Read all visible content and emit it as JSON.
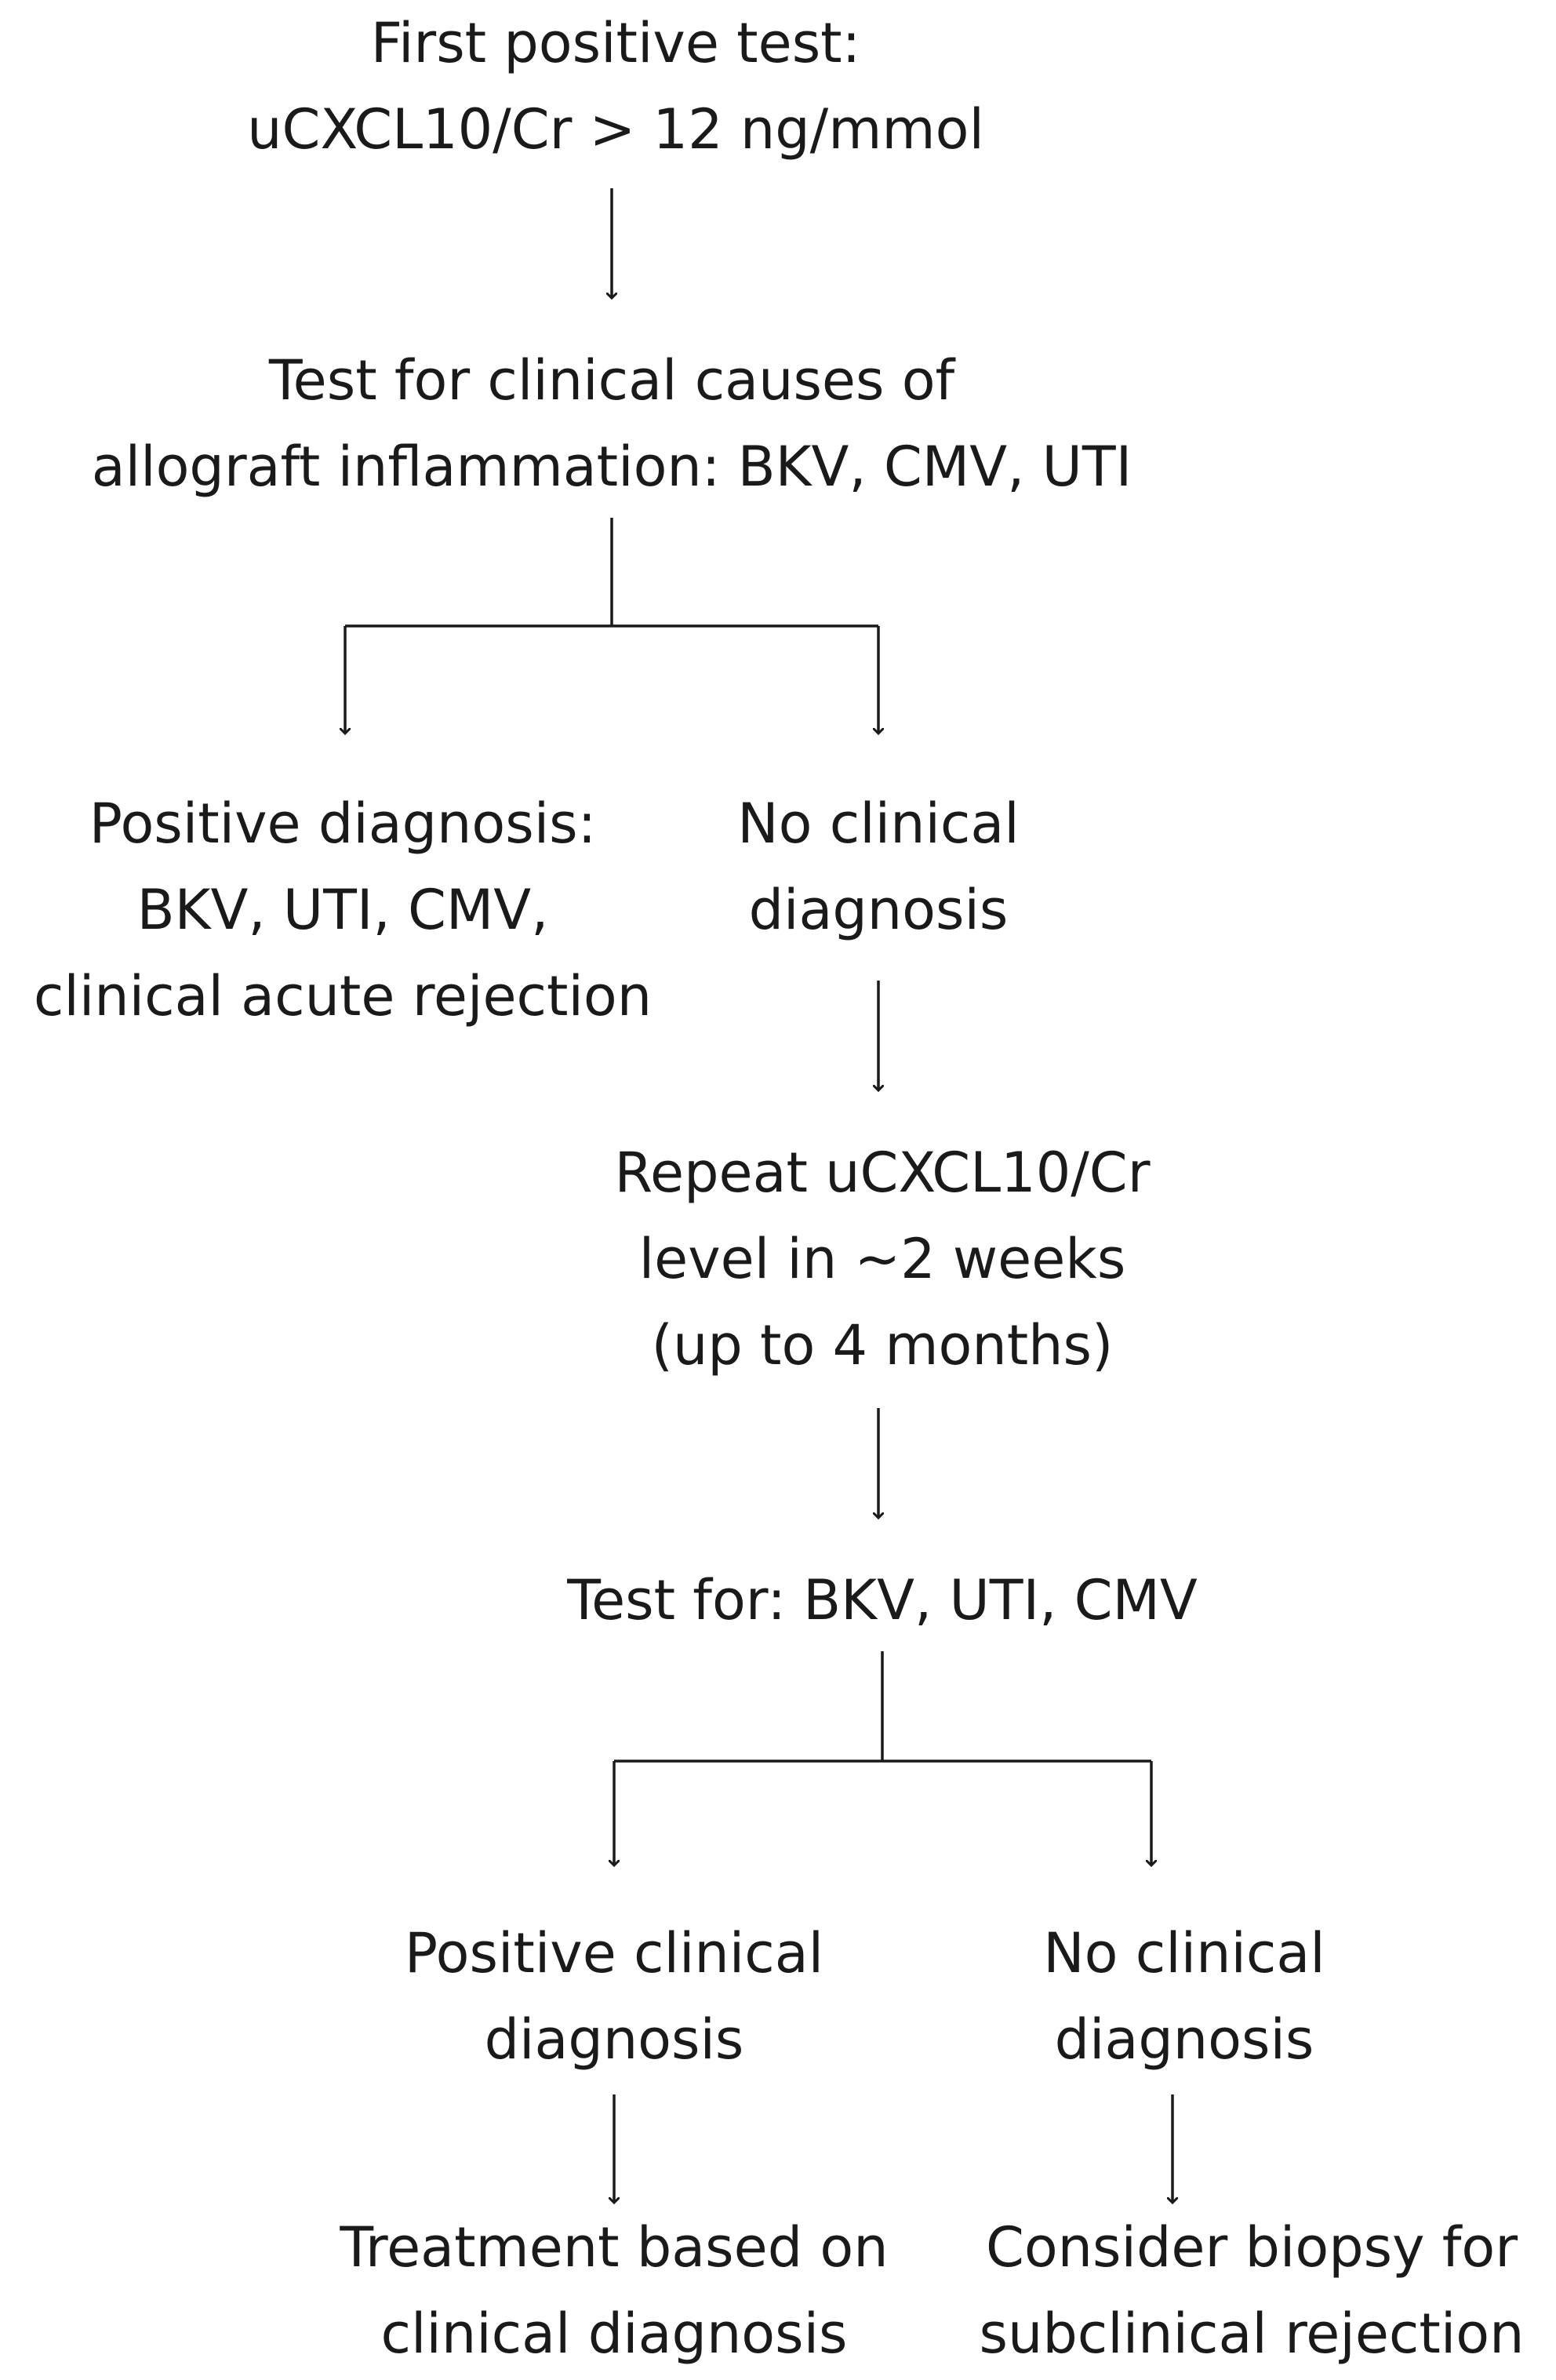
{
  "nodes": {
    "first_test": [
      "First positive test:",
      "uCXCL10/Cr > 12 ng/mmol"
    ],
    "clinical_causes": [
      "Test for clinical causes of",
      "allograft inflammation: BKV, CMV, UTI"
    ],
    "positive_dx_1": [
      "Positive diagnosis:",
      "BKV, UTI, CMV,",
      "clinical acute rejection"
    ],
    "no_dx_1": [
      "No clinical",
      "diagnosis"
    ],
    "repeat_level": [
      "Repeat uCXCL10/Cr",
      "level in ~2 weeks",
      "(up to 4 months)"
    ],
    "test_for": [
      "Test for: BKV, UTI, CMV"
    ],
    "positive_dx_2": [
      "Positive clinical",
      "diagnosis"
    ],
    "no_dx_2": [
      "No clinical",
      "diagnosis"
    ],
    "treatment": [
      "Treatment based on",
      "clinical diagnosis"
    ],
    "consider_biopsy": [
      "Consider biopsy for",
      "subclinical rejection"
    ]
  },
  "colors": {
    "text": "#1a1a1a",
    "line": "#1a1a1a",
    "background": "#ffffff"
  }
}
